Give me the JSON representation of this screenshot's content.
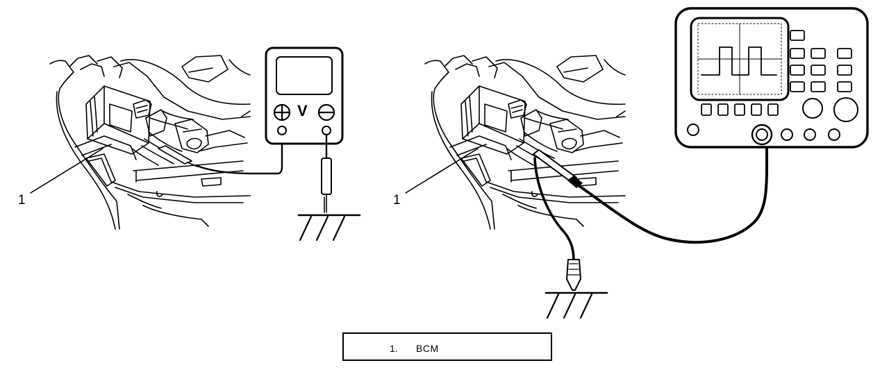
{
  "callouts": {
    "left": "1",
    "right": "1"
  },
  "legend": {
    "items": [
      {
        "number": "1.",
        "text": "BCM"
      }
    ]
  },
  "voltmeter": {
    "unit_label": "V"
  },
  "icons": {
    "voltmeter": "voltmeter-icon",
    "oscilloscope": "oscilloscope-icon",
    "ground": "ground-symbol-icon"
  },
  "colors": {
    "line": "#000000",
    "background": "#ffffff"
  }
}
